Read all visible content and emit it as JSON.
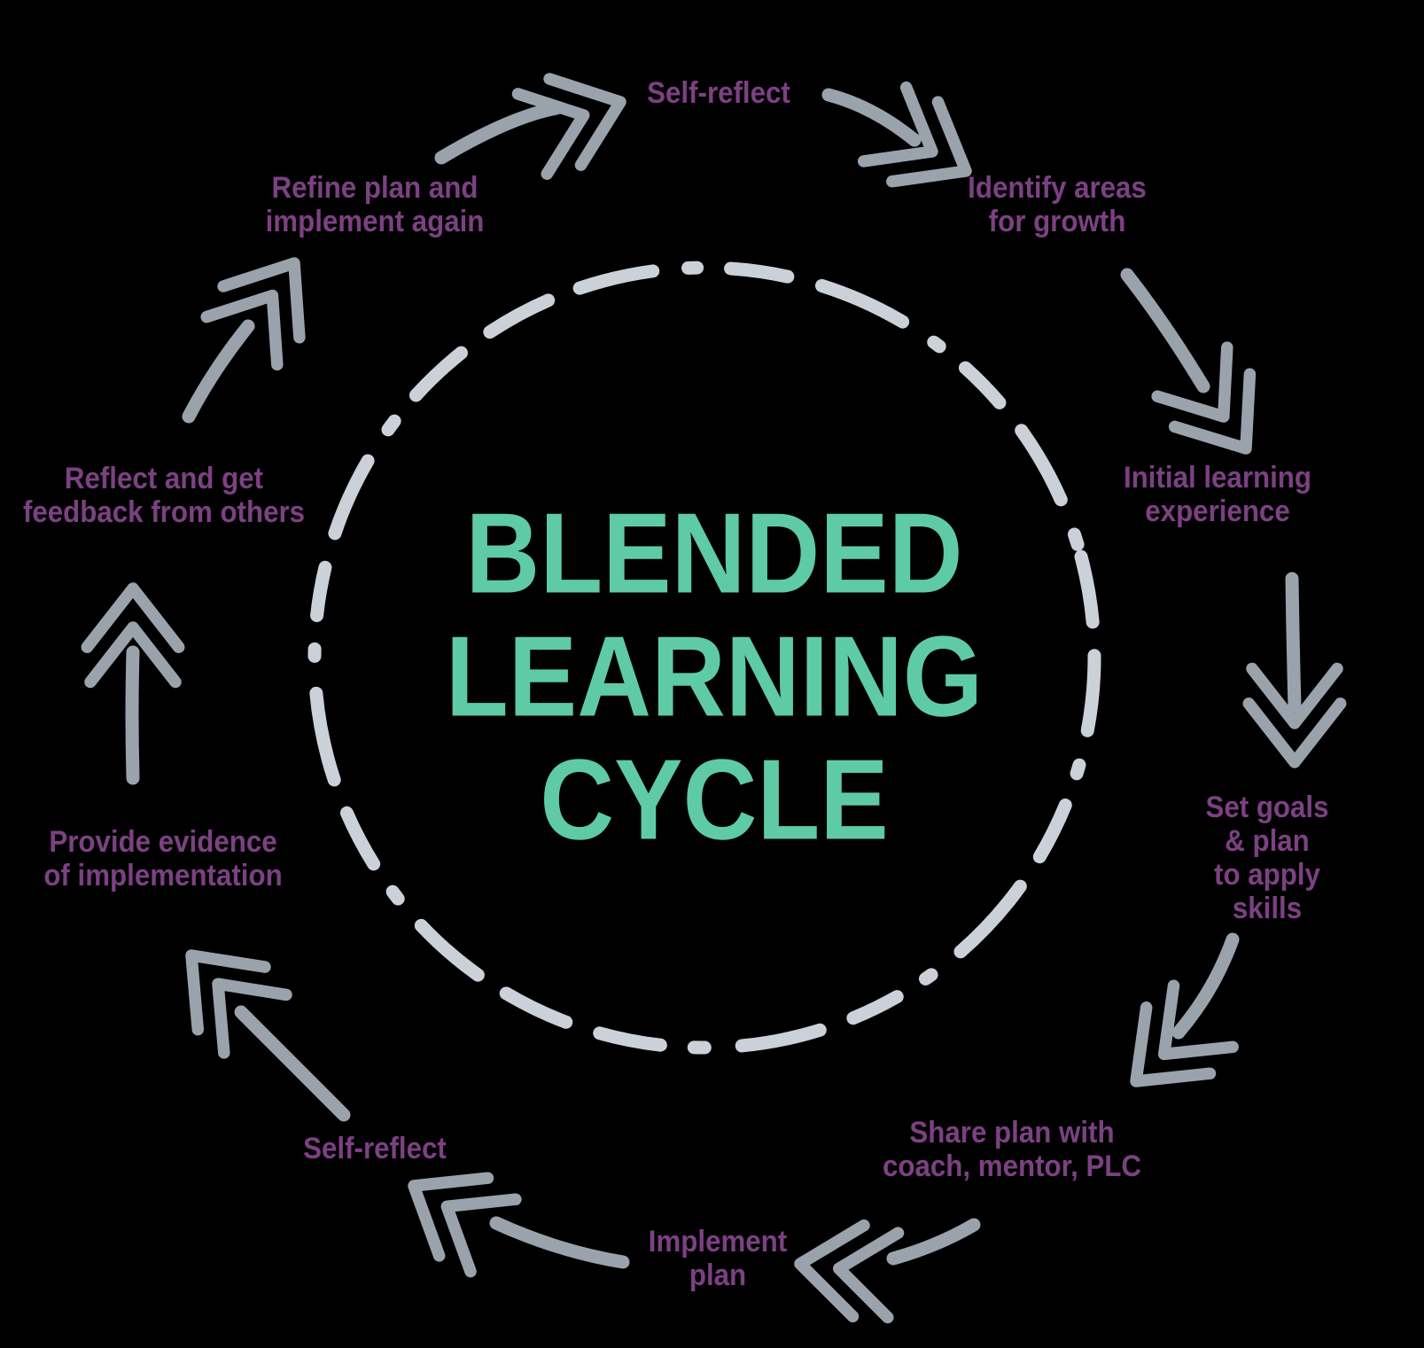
{
  "title": {
    "text": "BLENDED\nLEARNING\nCYCLE"
  },
  "steps": {
    "self_reflect_top": "Self-reflect",
    "identify_areas": "Identify areas\nfor growth",
    "initial_learning": "Initial learning\nexperience",
    "set_goals": "Set goals & plan\nto apply skills",
    "share_plan": "Share plan with\ncoach, mentor, PLC",
    "implement_plan": "Implement\nplan",
    "self_reflect_bottom": "Self-reflect",
    "provide_evidence": "Provide evidence\nof implementation",
    "reflect_feedback": "Reflect and get\nfeedback from others",
    "refine_plan": "Refine plan and\nimplement again"
  },
  "colors": {
    "background": "#000000",
    "title": "#5ecba6",
    "label": "#7c4182",
    "arrow": "#9aa3ac",
    "circle": "#ccd1d9"
  }
}
